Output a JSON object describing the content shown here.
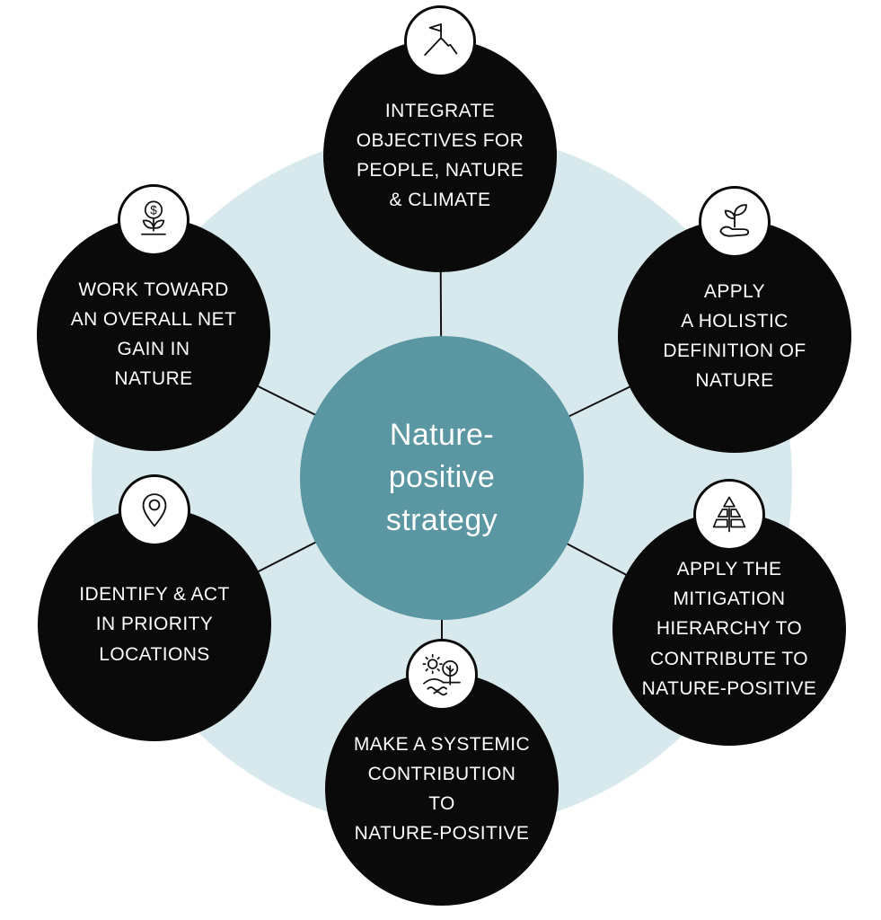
{
  "diagram": {
    "title": "Nature-positive strategy",
    "colors": {
      "hub_fill": "#5A97A2",
      "background_circle": "#D8E9ED",
      "node_fill": "#0A0A0A",
      "node_text": "#FFFFFF",
      "connector": "#111111"
    },
    "hub": {
      "label": "Nature-\npositive\nstrategy"
    },
    "nodes": [
      {
        "id": "integrate-objectives",
        "icon": "flag-mountain-icon",
        "label": "INTEGRATE\nOBJECTIVES FOR\nPEOPLE, NATURE\n& CLIMATE"
      },
      {
        "id": "holistic-definition",
        "icon": "hand-sprout-icon",
        "label": "APPLY\nA HOLISTIC\nDEFINITION OF\nNATURE"
      },
      {
        "id": "mitigation-hierarchy",
        "icon": "pyramid-hierarchy-icon",
        "label": "APPLY THE\nMITIGATION\nHIERARCHY TO\nCONTRIBUTE TO\nNATURE-POSITIVE"
      },
      {
        "id": "systemic-contribution",
        "icon": "landscape-sun-icon",
        "label": "MAKE A SYSTEMIC\nCONTRIBUTION\nTO\nNATURE-POSITIVE"
      },
      {
        "id": "priority-locations",
        "icon": "map-pin-icon",
        "label": "IDENTIFY & ACT\nIN PRIORITY\nLOCATIONS"
      },
      {
        "id": "net-gain-nature",
        "icon": "coin-plant-icon",
        "label": "WORK TOWARD\nAN OVERALL NET\nGAIN IN\nNATURE"
      }
    ]
  }
}
